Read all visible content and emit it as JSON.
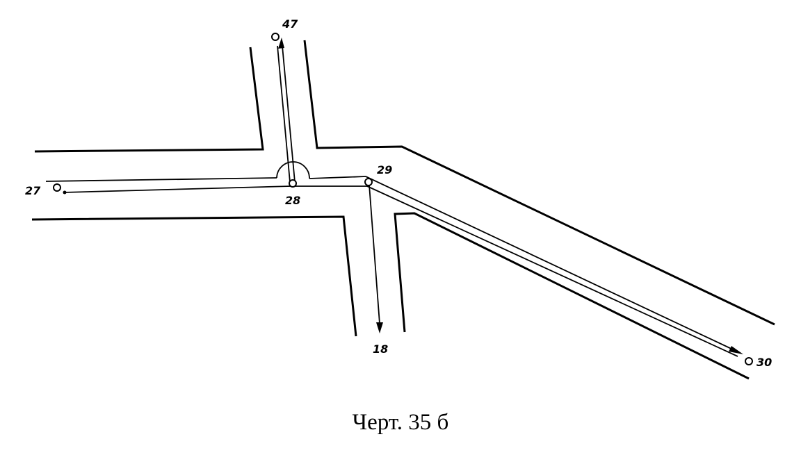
{
  "caption": "Черт. 35 б",
  "points": {
    "p27": "27",
    "p28": "28",
    "p29": "29",
    "p30": "30",
    "p47": "47",
    "p18": "18"
  }
}
